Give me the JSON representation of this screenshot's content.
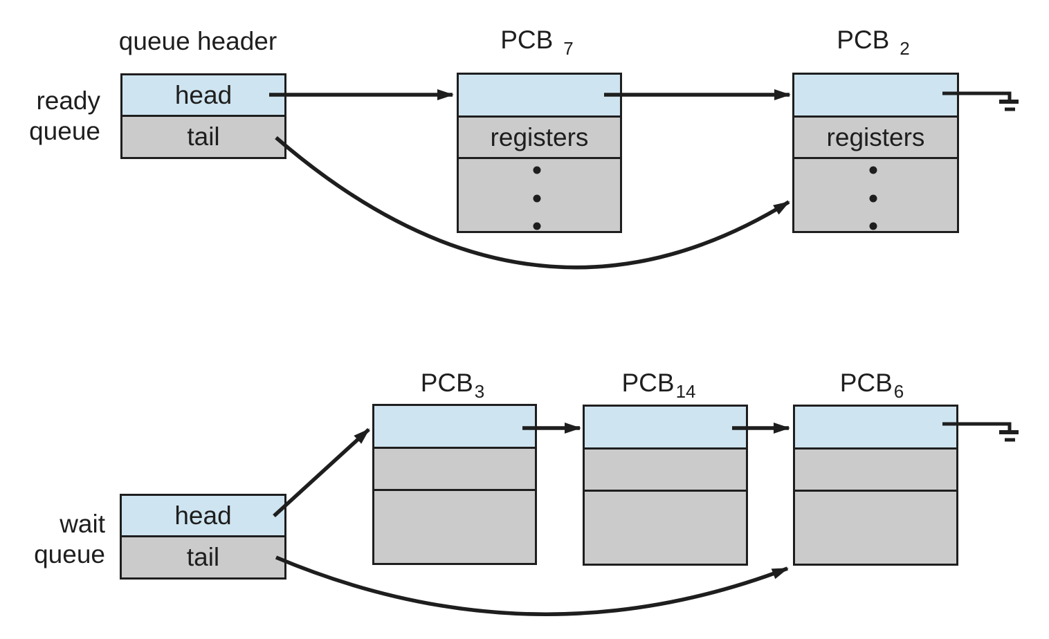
{
  "ready_section": {
    "header_title": "queue header",
    "side_label": [
      "ready",
      "queue"
    ],
    "header_box": {
      "head": "head",
      "tail": "tail"
    },
    "pcbs": [
      {
        "name": "PCB",
        "sub": "7",
        "registers_label": "registers"
      },
      {
        "name": "PCB",
        "sub": "2",
        "registers_label": "registers"
      }
    ]
  },
  "wait_section": {
    "side_label": [
      "wait",
      "queue"
    ],
    "header_box": {
      "head": "head",
      "tail": "tail"
    },
    "pcbs": [
      {
        "name": "PCB",
        "sub": "3"
      },
      {
        "name": "PCB",
        "sub": "14"
      },
      {
        "name": "PCB",
        "sub": "6"
      }
    ]
  },
  "pointers": [
    "ready.head -> PCB7",
    "PCB7.link -> PCB2",
    "PCB2.link -> null",
    "ready.tail -> PCB2",
    "wait.head -> PCB3",
    "PCB3.link -> PCB14",
    "PCB14.link -> PCB6",
    "PCB6.link -> null",
    "wait.tail -> PCB6"
  ],
  "colors": {
    "pointer_cell_blue": "#cee4f0",
    "data_cell_gray": "#cbcbcb",
    "line_black": "#1e1e1e",
    "background": "#ffffff"
  }
}
